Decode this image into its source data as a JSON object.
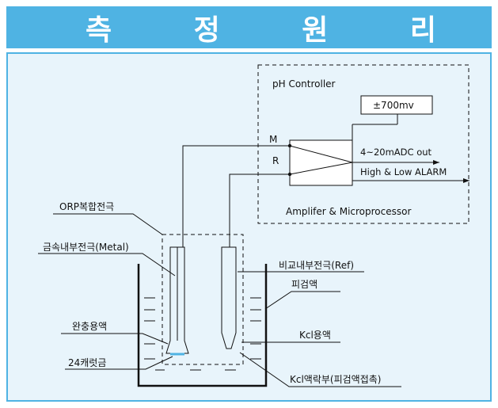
{
  "title_chars": [
    "측",
    "정",
    "원",
    "리"
  ],
  "controller": {
    "label": "pH Controller",
    "voltage": "±700mv",
    "signal_m": "M",
    "signal_r": "R",
    "output_1": "4~20mADC out",
    "output_2": "High & Low ALARM",
    "amplifier": "Amplifer & Microprocessor"
  },
  "labels": {
    "orp": "ORP복합전극",
    "metal": "금속내부전극(Metal)",
    "ref": "비교내부전극(Ref)",
    "sample": "피검액",
    "buffer": "완충용액",
    "kcl": "Kcl용액",
    "gold": "24캐럿금",
    "junction": "Kcl액락부(피검액접촉)"
  },
  "colors": {
    "accent": "#4fb3e3",
    "panel": "#e8f4fb"
  }
}
